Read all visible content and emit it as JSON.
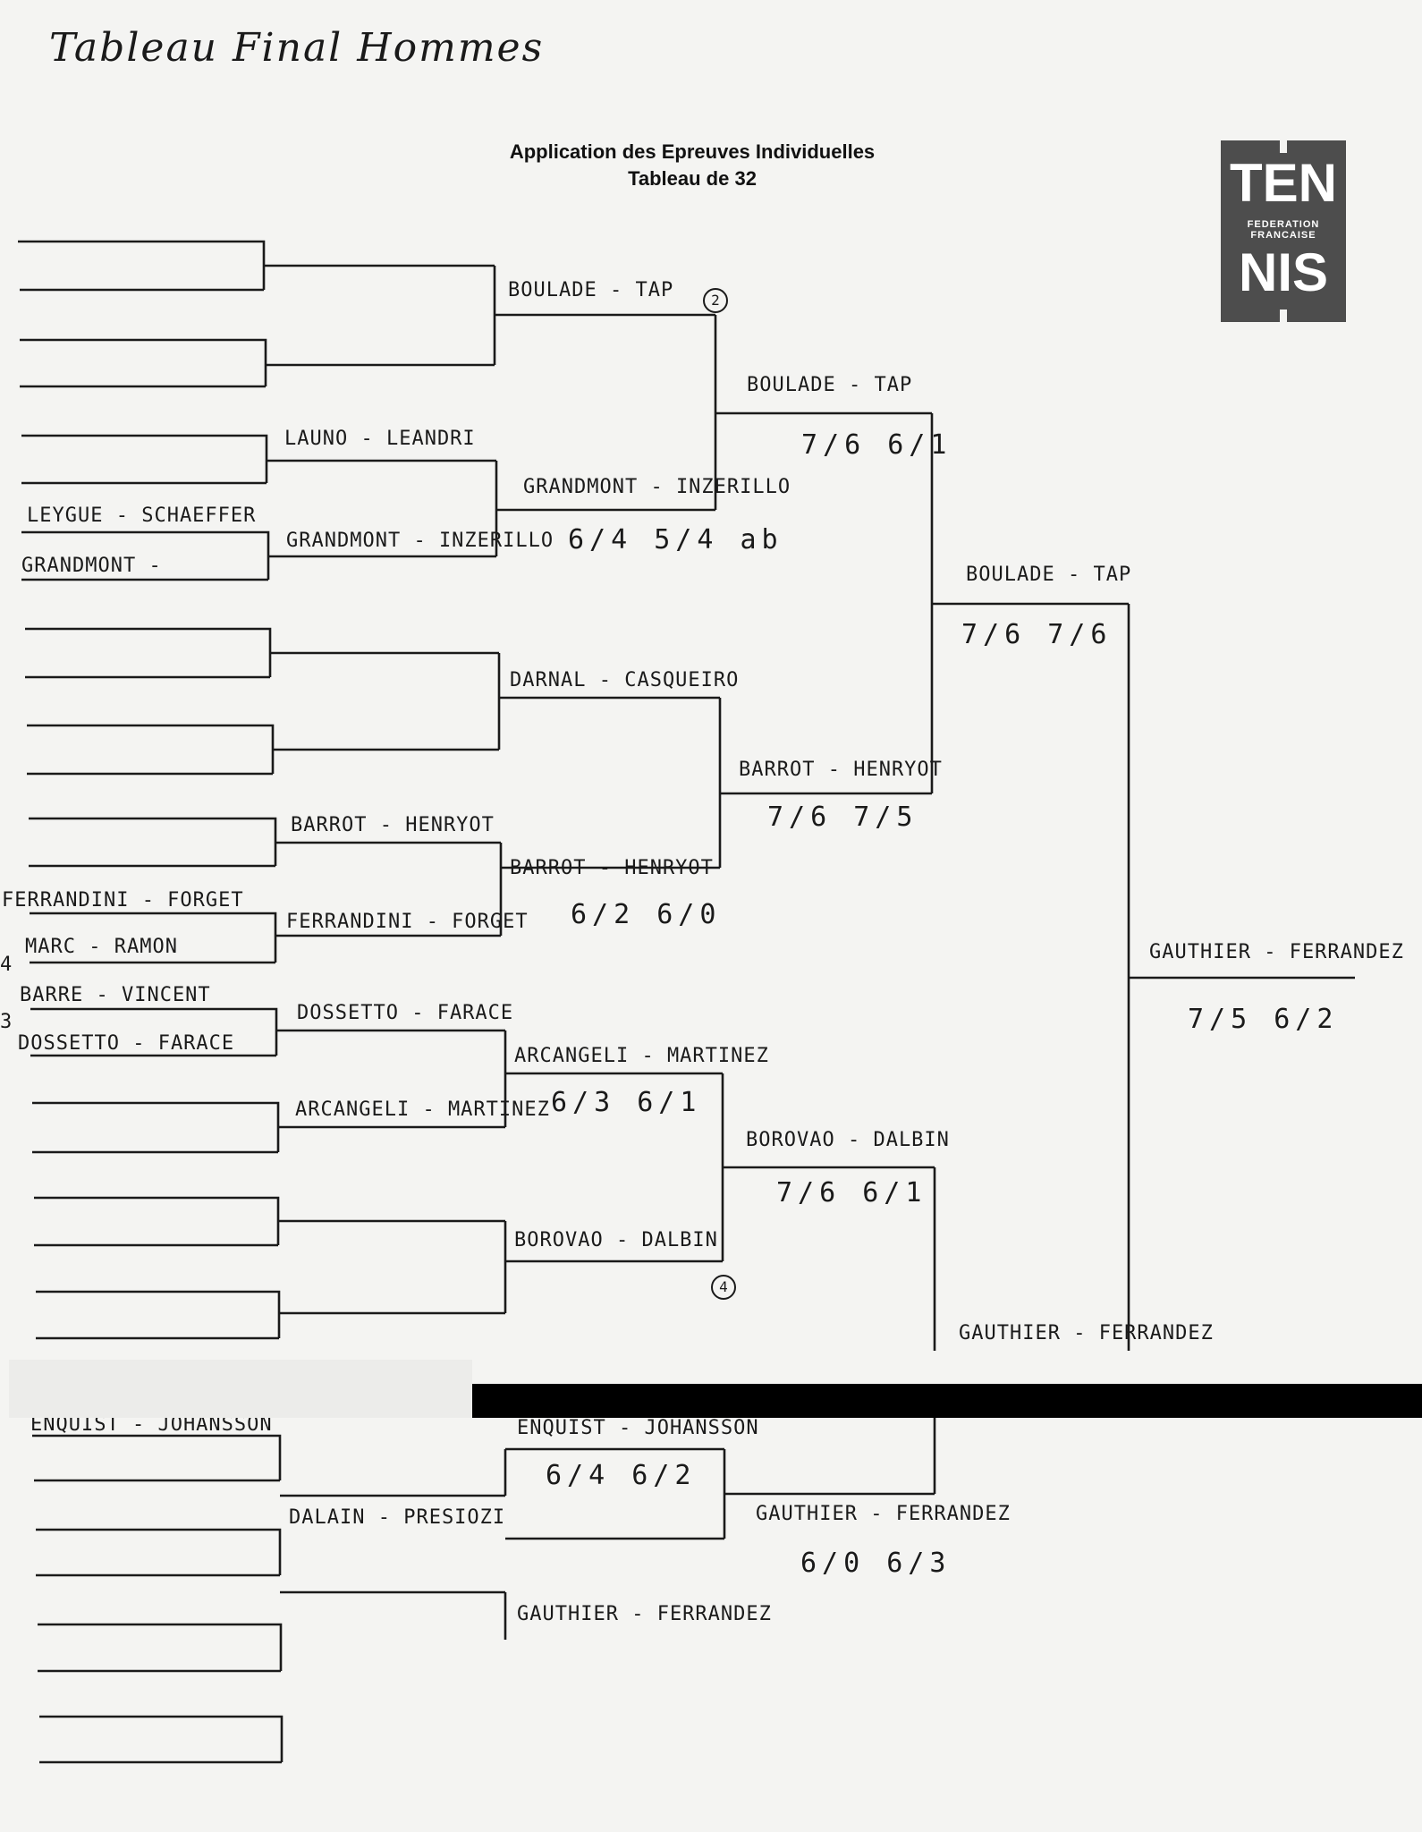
{
  "document": {
    "handwritten_title": "Tableau Final Hommes",
    "printed_title": "Application des Epreuves Individuelles",
    "printed_subtitle": "Tableau de 32"
  },
  "logo": {
    "line1": "TEN",
    "line2": "FEDERATION",
    "line3": "FRANCAISE",
    "line4": "NIS",
    "color": "#4d4d4d"
  },
  "round1": {
    "leygue_schaeffer": "LEYGUE - SCHAEFFER",
    "grandmont": "GRANDMONT -",
    "ferrandini_forget": "FERRANDINI - FORGET",
    "marc_ramon": "MARC - RAMON",
    "barre_vincent": "BARRE - VINCENT",
    "dossetto_farace": "DOSSETTO - FARACE",
    "enquist_johansson": "ENQUIST - JOHANSSON",
    "side_mark_4": "4",
    "side_mark_3": "3"
  },
  "round2": {
    "launo_leandri": "LAUNO - LEANDRI",
    "grandmont_inzerillo": "GRANDMONT - INZERILLO",
    "barrot_henryot": "BARROT - HENRYOT",
    "ferrandini_forget": "FERRANDINI - FORGET",
    "dossetto_farace": "DOSSETTO - FARACE",
    "arcangeli_martinez": "ARCANGELI - MARTINEZ",
    "dalain_presiozi": "DALAIN - PRESIOZI"
  },
  "round3": {
    "boulade_tap": "BOULADE - TAP",
    "seed_2": "2",
    "grandmont_inzerillo": "GRANDMONT - INZERILLO",
    "grandmont_inzerillo_score": "6/4 5/4 ab",
    "darnal_casqueiro": "DARNAL - CASQUEIRO",
    "barrot_henryot": "BARROT - HENRYOT",
    "barrot_henryot_score": "6/2 6/0",
    "arcangeli_martinez": "ARCANGELI - MARTINEZ",
    "arcangeli_martinez_score": "6/3 6/1",
    "borovao_dalbin": "BOROVAO - DALBIN",
    "seed_4": "4",
    "enquist_johansson": "ENQUIST - JOHANSSON",
    "enquist_johansson_score": "6/4 6/2",
    "gauthier_ferrandez": "GAUTHIER - FERRANDEZ"
  },
  "quarterfinals": {
    "boulade_tap": "BOULADE - TAP",
    "boulade_tap_score": "7/6 6/1",
    "barrot_henryot": "BARROT - HENRYOT",
    "barrot_henryot_score": "7/6 7/5",
    "borovao_dalbin": "BOROVAO - DALBIN",
    "borovao_dalbin_score": "7/6 6/1",
    "gauthier_ferrandez": "GAUTHIER - FERRANDEZ",
    "gauthier_ferrandez_score": "6/0 6/3"
  },
  "semifinals": {
    "boulade_tap": "BOULADE - TAP",
    "boulade_tap_score": "7/6 7/6",
    "gauthier_ferrandez": "GAUTHIER - FERRANDEZ"
  },
  "final": {
    "winner": "GAUTHIER - FERRANDEZ",
    "score": "7/5 6/2"
  }
}
